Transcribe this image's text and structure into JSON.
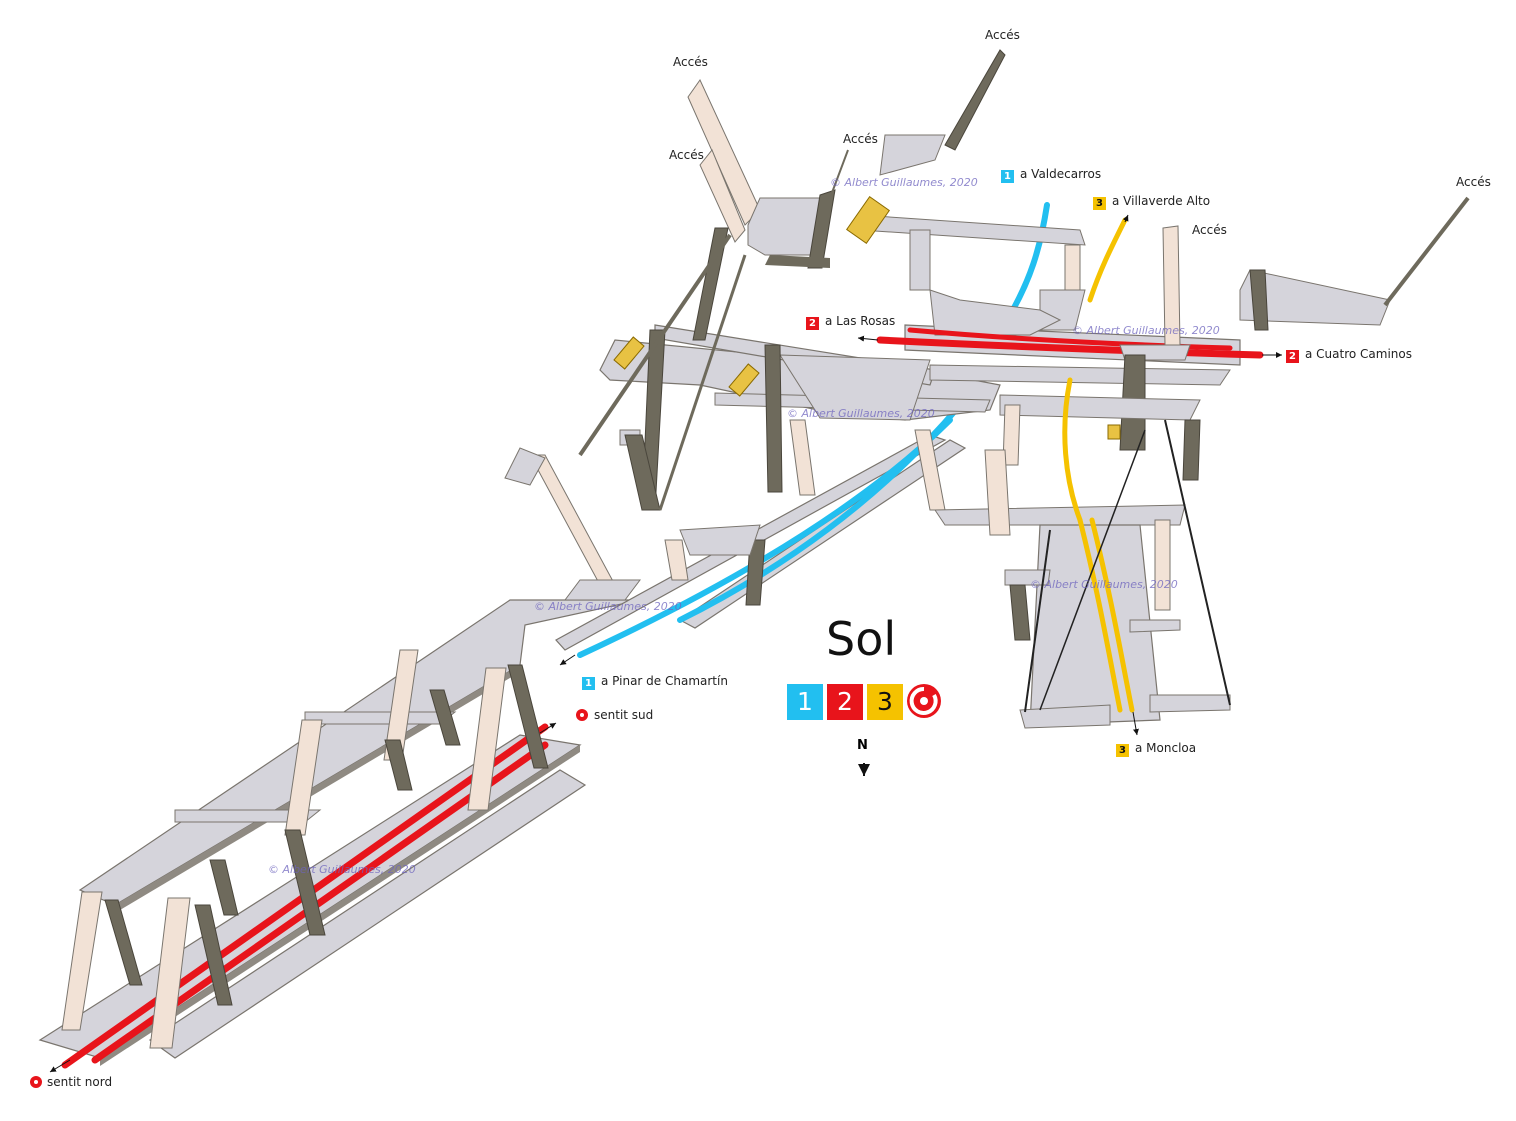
{
  "station": {
    "title": "Sol"
  },
  "lines": [
    {
      "number": "1",
      "color": "#22bff0"
    },
    {
      "number": "2",
      "color": "#e8141b"
    },
    {
      "number": "3",
      "color": "#f5c200"
    }
  ],
  "cercanias_icon": "cercanias-icon",
  "compass": {
    "label": "N"
  },
  "access_label": "Accés",
  "destinations": {
    "valdecarros": {
      "line": "1",
      "text": "a Valdecarros"
    },
    "villaverde": {
      "line": "3",
      "text": "a Villaverde Alto"
    },
    "las_rosas": {
      "line": "2",
      "text": "a Las Rosas"
    },
    "cuatro_caminos": {
      "line": "2",
      "text": "a Cuatro Caminos"
    },
    "pinar": {
      "line": "1",
      "text": "a Pinar de Chamartín"
    },
    "moncloa": {
      "line": "3",
      "text": "a Moncloa"
    },
    "sentit_sud": {
      "text": "sentit sud"
    },
    "sentit_nord": {
      "text": "sentit nord"
    }
  },
  "copyright": "© Albert Guillaumes, 2020",
  "colors": {
    "floor": "#d5d4db",
    "floor_edge": "#8a8580",
    "stair": "#f2e2d6",
    "wall": "#6e6a5c",
    "escalator": "#e8c243"
  }
}
